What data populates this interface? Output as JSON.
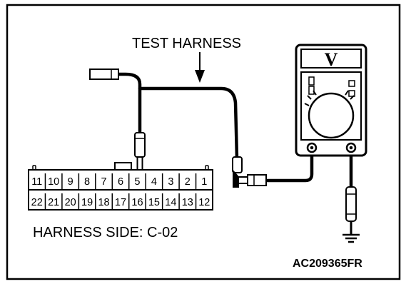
{
  "diagram": {
    "harness_label": "TEST HARNESS",
    "harness_side_label": "HARNESS SIDE: C-02",
    "figure_code": "AC209365FR",
    "meter_symbol": "V",
    "connector": {
      "top_row": [
        "11",
        "10",
        "9",
        "8",
        "7",
        "6",
        "5",
        "4",
        "3",
        "2",
        "1"
      ],
      "bottom_row": [
        "22",
        "21",
        "20",
        "19",
        "18",
        "17",
        "16",
        "15",
        "14",
        "13",
        "12"
      ]
    }
  }
}
